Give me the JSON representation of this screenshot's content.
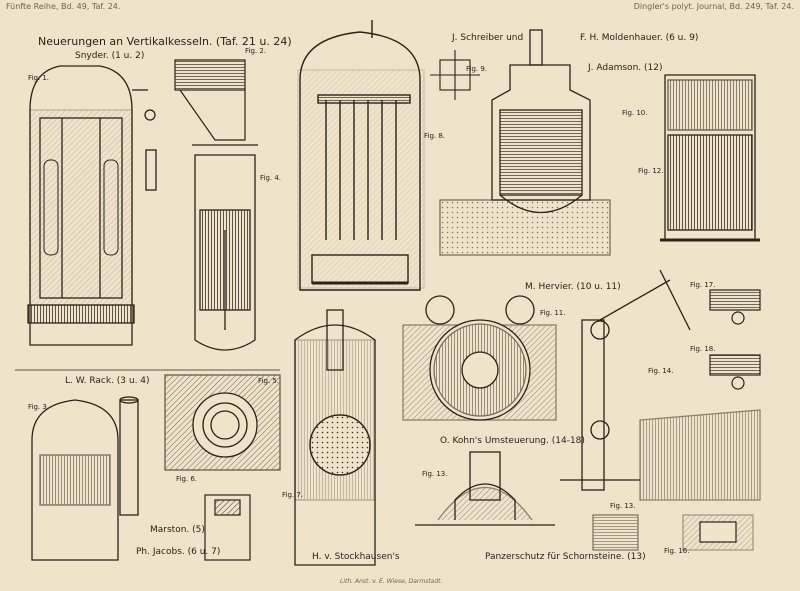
{
  "header": {
    "left": "Fünfte Reihe, Bd. 49, Taf. 24.",
    "right": "Dingler's polyt. Journal, Bd. 249, Taf. 24."
  },
  "title": "Neuerungen an Vertikalkesseln. (Taf. 21 u. 24)",
  "inventors": {
    "snyder": "Snyder. (1 u. 2)",
    "schreiber": "J. Schreiber und",
    "moldenhauer": "F. H. Moldenhauer. (6 u. 9)",
    "adamson": "J. Adamson. (12)",
    "rack": "L. W. Rack. (3 u. 4)",
    "hervier": "M. Hervier. (10 u. 11)",
    "kohn": "O. Kohn's Umsteuerung. (14-18)",
    "marston": "Marston. (5)",
    "jacobs": "Ph. Jacobs. (6 u. 7)",
    "stockhausen": "H. v. Stockhausen's",
    "panzerschutz": "Panzerschutz für Schornsteine. (13)"
  },
  "figures": {
    "f1": "Fig. 1.",
    "f2": "Fig. 2.",
    "f3": "Fig. 3.",
    "f4": "Fig. 4.",
    "f5": "Fig. 5.",
    "f6": "Fig. 6.",
    "f7": "Fig. 7.",
    "f8": "Fig. 8.",
    "f9": "Fig. 9.",
    "f10": "Fig. 10.",
    "f11": "Fig. 11.",
    "f12": "Fig. 12.",
    "f13a": "Fig. 13.",
    "f13b": "Fig. 13.",
    "f14": "Fig. 14.",
    "f16": "Fig. 16.",
    "f17": "Fig. 17.",
    "f18": "Fig. 18."
  },
  "signature": "Lith. Anst. v. E. Wiese, Darmstadt."
}
